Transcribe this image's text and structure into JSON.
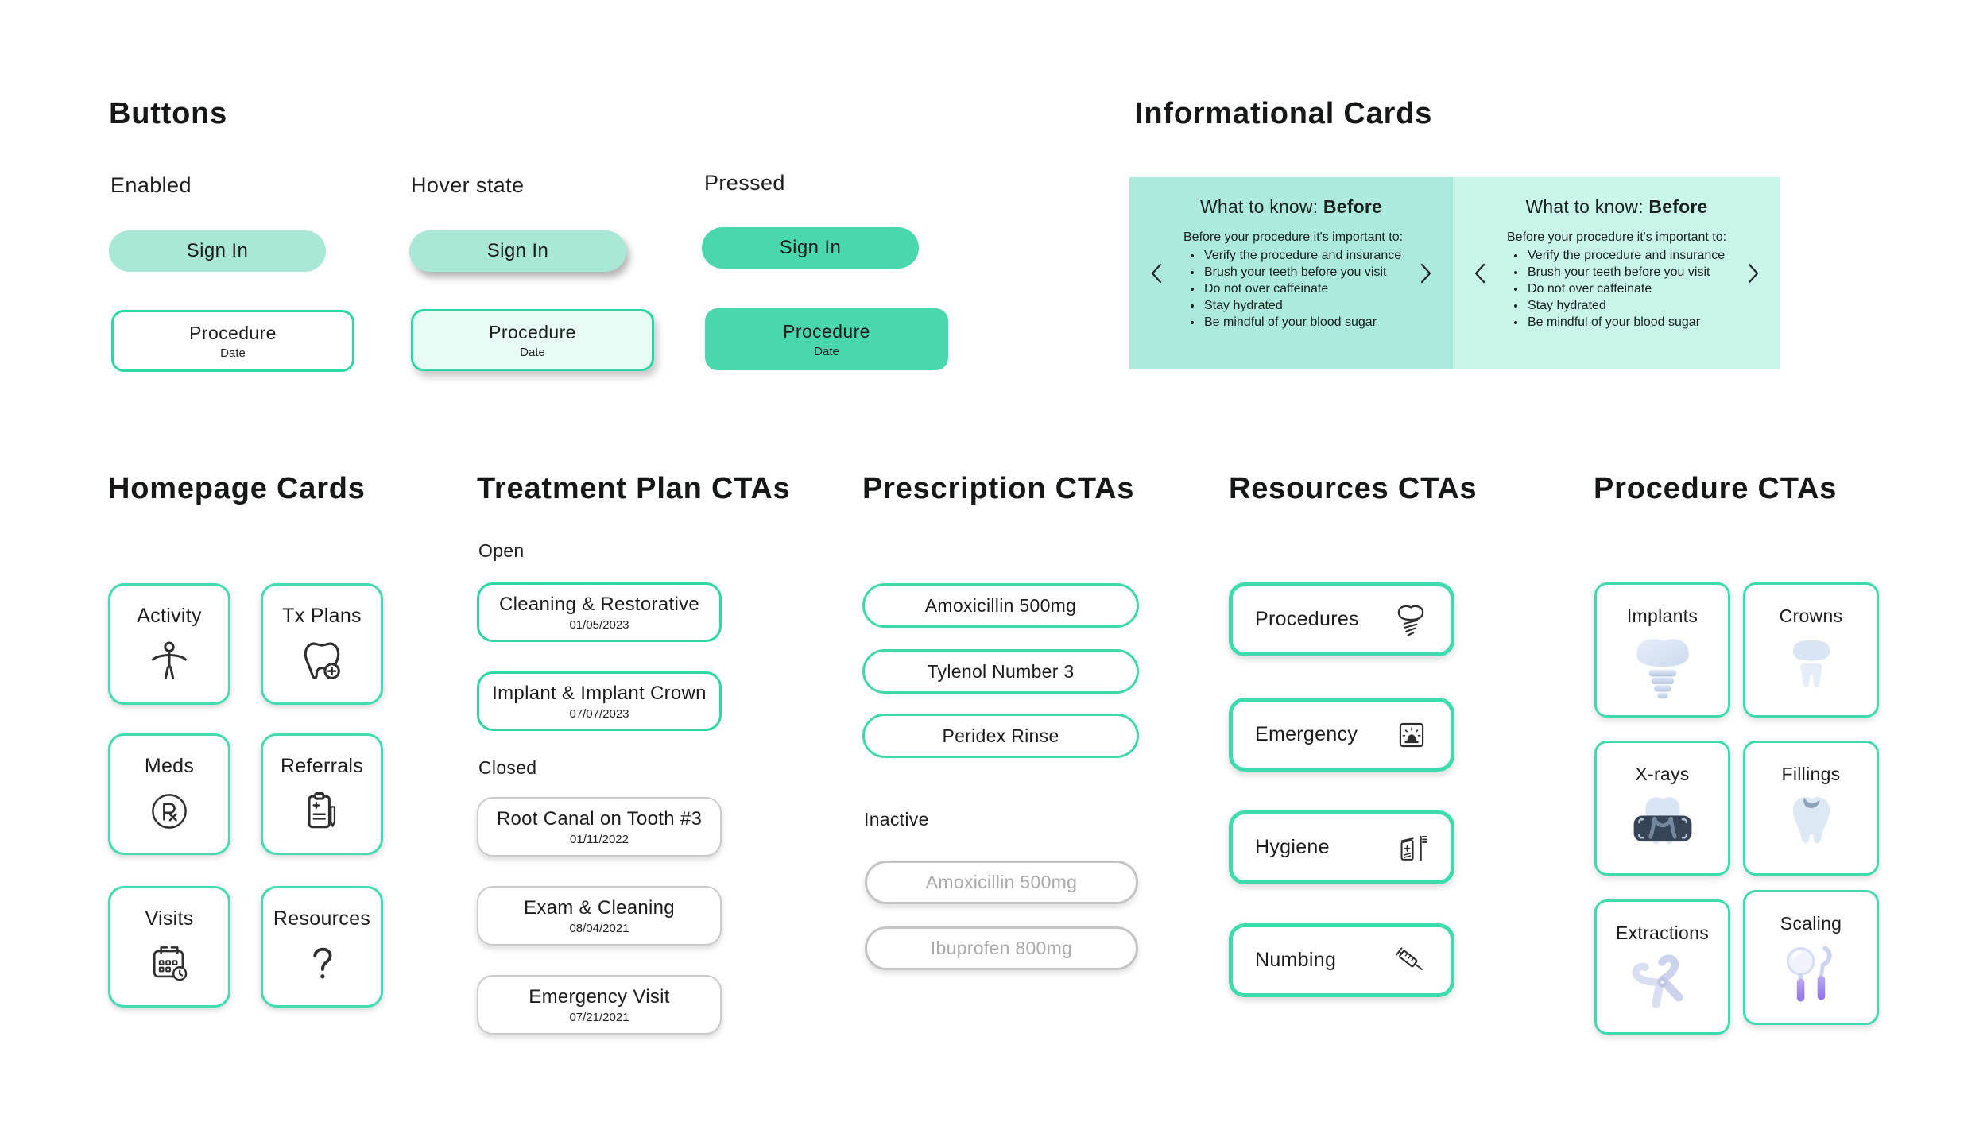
{
  "colors": {
    "mint_fill": "#a9e7d6",
    "pressed_fill": "#49d7ae",
    "outline_green": "#2bd7a3",
    "card_border_green": "#43dbb1",
    "info_card_left_bg": "#abeadd",
    "info_card_right_bg": "#c9f4ea",
    "inactive_border": "#c4c4c4",
    "inactive_text": "#a9a9a9"
  },
  "buttons": {
    "title": "Buttons",
    "columns": [
      {
        "label": "Enabled"
      },
      {
        "label": "Hover state"
      },
      {
        "label": "Pressed"
      }
    ],
    "sign_in": "Sign In",
    "procedure": "Procedure",
    "procedure_sub": "Date"
  },
  "info_cards": {
    "title": "Informational Cards",
    "cards": [
      {
        "heading_prefix": "What to know: ",
        "heading_bold": "Before",
        "intro": "Before your procedure it's important to:",
        "bullets": [
          "Verify the procedure and insurance",
          "Brush your teeth before you visit",
          "Do not over caffeinate",
          "Stay hydrated",
          "Be mindful of your blood sugar"
        ]
      },
      {
        "heading_prefix": "What to know: ",
        "heading_bold": "Before",
        "intro": "Before your procedure it's important to:",
        "bullets": [
          "Verify the procedure and insurance",
          "Brush your teeth before you visit",
          "Do not over caffeinate",
          "Stay hydrated",
          "Be mindful of your blood sugar"
        ]
      }
    ]
  },
  "homepage": {
    "title": "Homepage Cards",
    "cards": [
      {
        "label": "Activity",
        "icon": "person-activity-icon"
      },
      {
        "label": "Tx Plans",
        "icon": "tooth-plus-icon"
      },
      {
        "label": "Meds",
        "icon": "rx-circle-icon"
      },
      {
        "label": "Referrals",
        "icon": "clipboard-pen-icon"
      },
      {
        "label": "Visits",
        "icon": "calendar-clock-icon"
      },
      {
        "label": "Resources",
        "icon": "question-mark-icon"
      }
    ]
  },
  "treatment": {
    "title": "Treatment Plan CTAs",
    "open_label": "Open",
    "closed_label": "Closed",
    "open": [
      {
        "name": "Cleaning & Restorative",
        "date": "01/05/2023"
      },
      {
        "name": "Implant & Implant Crown",
        "date": "07/07/2023"
      }
    ],
    "closed": [
      {
        "name": "Root Canal on Tooth #3",
        "date": "01/11/2022"
      },
      {
        "name": "Exam & Cleaning",
        "date": "08/04/2021"
      },
      {
        "name": "Emergency Visit",
        "date": "07/21/2021"
      }
    ]
  },
  "prescriptions": {
    "title": "Prescription CTAs",
    "active": [
      "Amoxicillin 500mg",
      "Tylenol Number 3",
      "Peridex Rinse"
    ],
    "inactive_label": "Inactive",
    "inactive": [
      "Amoxicillin 500mg",
      "Ibuprofen 800mg"
    ]
  },
  "resources": {
    "title": "Resources CTAs",
    "items": [
      {
        "label": "Procedures",
        "icon": "dental-implant-icon"
      },
      {
        "label": "Emergency",
        "icon": "siren-icon"
      },
      {
        "label": "Hygiene",
        "icon": "toothpaste-toothbrush-icon"
      },
      {
        "label": "Numbing",
        "icon": "syringe-icon"
      }
    ]
  },
  "procedures": {
    "title": "Procedure CTAs",
    "items": [
      {
        "label": "Implants",
        "icon": "implant-3d-icon"
      },
      {
        "label": "Crowns",
        "icon": "crown-3d-icon"
      },
      {
        "label": "X-rays",
        "icon": "xray-3d-icon"
      },
      {
        "label": "Fillings",
        "icon": "filling-3d-icon"
      },
      {
        "label": "Extractions",
        "icon": "forceps-3d-icon"
      },
      {
        "label": "Scaling",
        "icon": "scaler-3d-icon"
      }
    ]
  }
}
